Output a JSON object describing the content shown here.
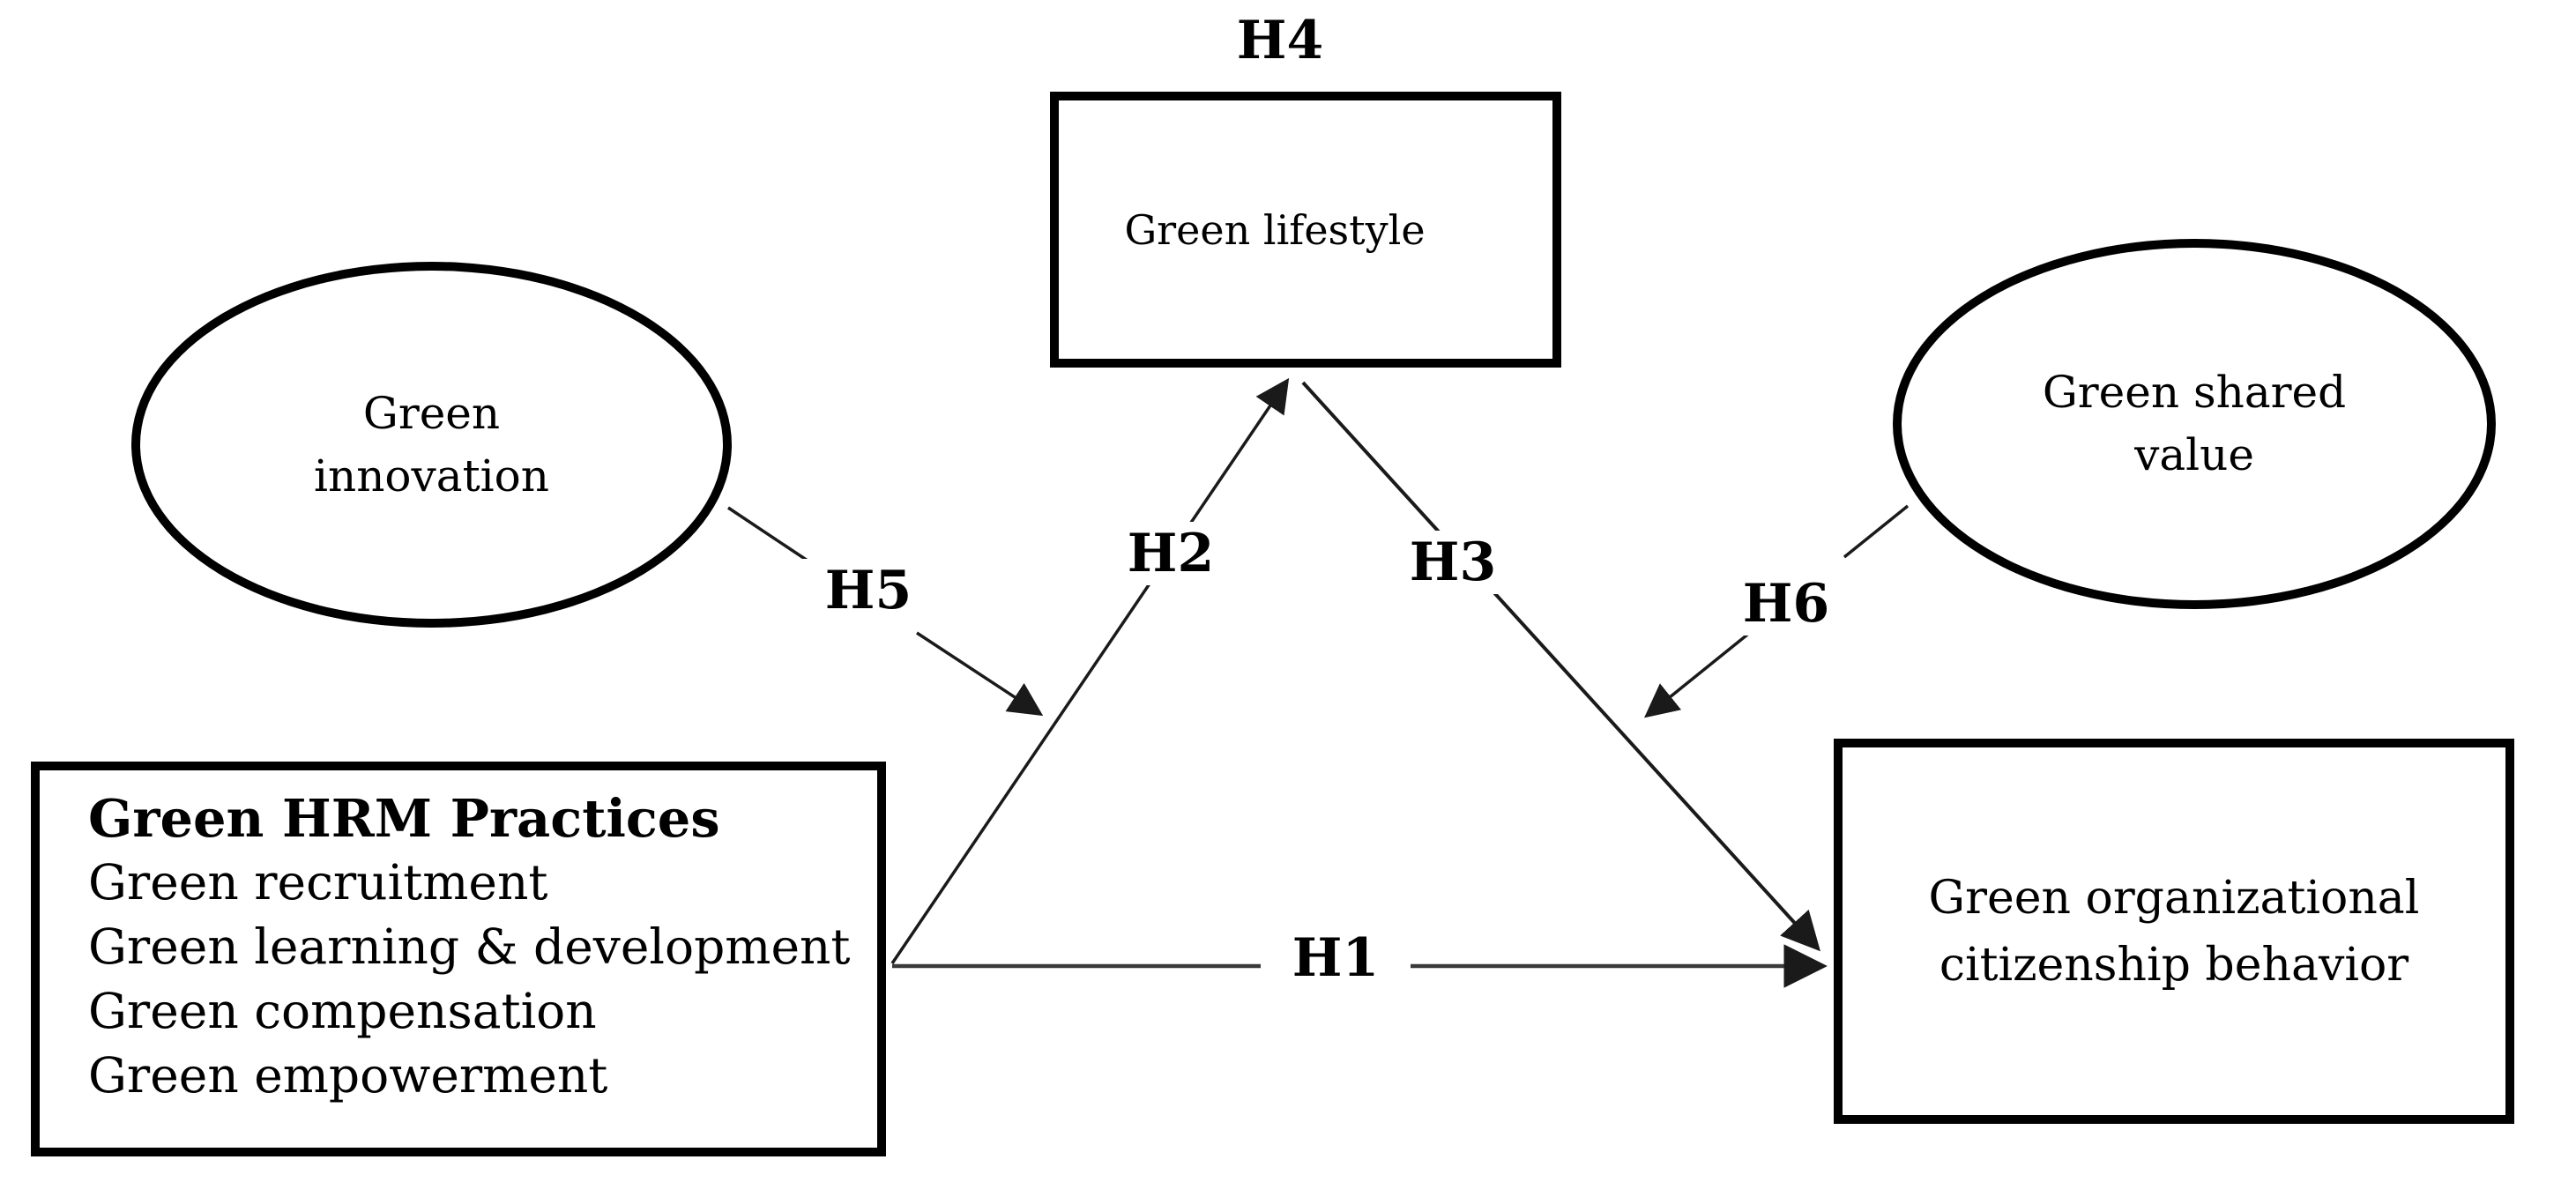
{
  "figure": {
    "type": "conceptual-model-diagram",
    "background": "#ffffff",
    "colors": {
      "node_border": "#000000",
      "text": "#000000",
      "connector": "#1a1a1a"
    }
  },
  "nodes": {
    "green_lifestyle": {
      "shape": "rectangle",
      "label": "Green lifestyle"
    },
    "green_innovation": {
      "shape": "ellipse",
      "line1": "Green",
      "line2": "innovation"
    },
    "green_shared_value": {
      "shape": "ellipse",
      "line1": "Green shared",
      "line2": "value"
    },
    "green_hrm_practices": {
      "shape": "rectangle",
      "title": "Green HRM Practices",
      "items": [
        "Green recruitment",
        "Green learning & development",
        "Green compensation",
        "Green empowerment"
      ]
    },
    "green_organizational_citizenship_behavior": {
      "shape": "rectangle",
      "line1": "Green organizational",
      "line2": "citizenship behavior"
    }
  },
  "hypothesis_labels": {
    "h1": "H1",
    "h2": "H2",
    "h3": "H3",
    "h4": "H4",
    "h5": "H5",
    "h6": "H6"
  },
  "relationships": [
    "H1: Green HRM Practices -> Green organizational citizenship behavior",
    "H2: Green HRM Practices -> Green lifestyle",
    "H3: Green lifestyle -> Green organizational citizenship behavior",
    "H4: Green lifestyle (mediator label above box)",
    "H5: Green innovation moderates H2 path",
    "H6: Green shared value moderates H3 path"
  ]
}
